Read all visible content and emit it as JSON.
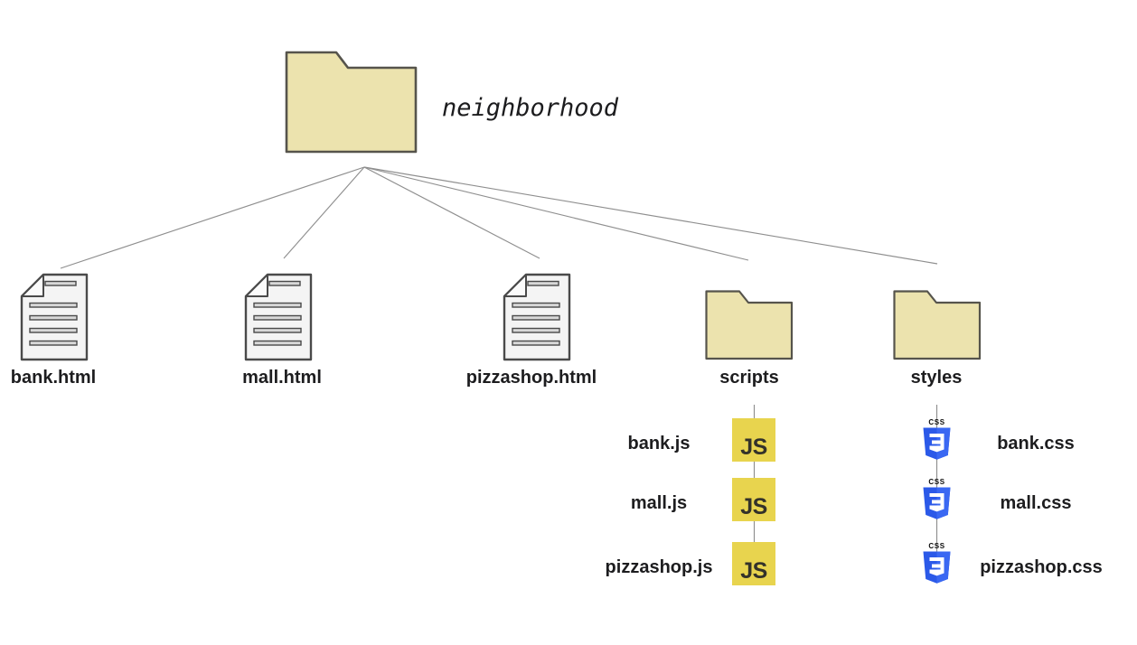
{
  "diagram": {
    "root": {
      "label": "neighborhood",
      "type": "folder"
    },
    "level1": [
      {
        "label": "bank.html",
        "type": "html-file"
      },
      {
        "label": "mall.html",
        "type": "html-file"
      },
      {
        "label": "pizzashop.html",
        "type": "html-file"
      },
      {
        "label": "scripts",
        "type": "folder"
      },
      {
        "label": "styles",
        "type": "folder"
      }
    ],
    "scripts_children": [
      {
        "label": "bank.js"
      },
      {
        "label": "mall.js"
      },
      {
        "label": "pizzashop.js"
      }
    ],
    "styles_children": [
      {
        "label": "bank.css"
      },
      {
        "label": "mall.css"
      },
      {
        "label": "pizzashop.css"
      }
    ]
  },
  "icons": {
    "js_badge_text": "JS",
    "css_badge_text": "CSS"
  },
  "colors": {
    "background": "#ffffff",
    "folder_fill": "#ece3ae",
    "folder_stroke": "#56544c",
    "document_fill": "#f4f4f4",
    "js_badge_bg": "#e8d44e",
    "js_badge_text": "#33322a",
    "css_shield_blue": "#2b59e8",
    "css_shield_blue_light": "#3a68f2",
    "connector_line": "#8f8f8f",
    "label_text": "#1d1d1f"
  }
}
